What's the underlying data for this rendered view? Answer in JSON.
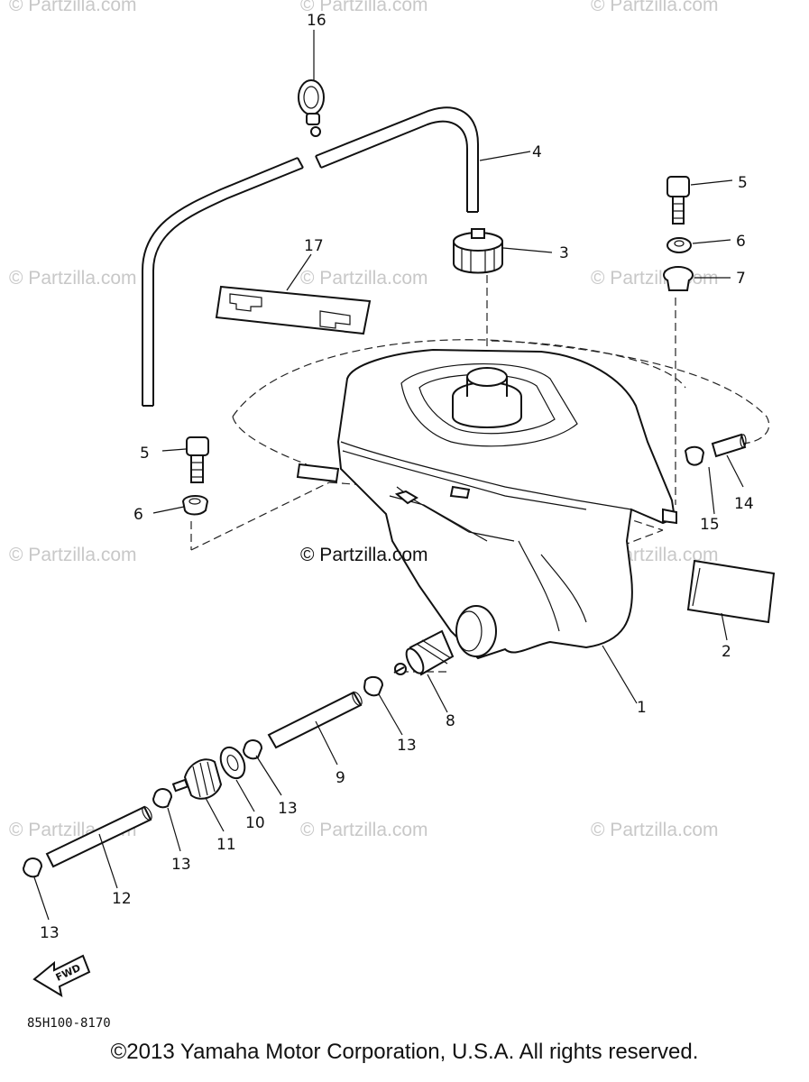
{
  "watermarks": [
    "© Partzilla.com",
    "© Partzilla.com",
    "© Partzilla.com",
    "© Partzilla.com",
    "© Partzilla.com",
    "© Partzilla.com",
    "© Partzilla.com",
    "© Partzilla.com",
    "© Partzilla.com",
    "© Partzilla.com",
    "© Partzilla.com",
    "© Partzilla.com"
  ],
  "center_watermark": "© Partzilla.com",
  "callouts": {
    "c1": "1",
    "c2": "2",
    "c3": "3",
    "c4": "4",
    "c5a": "5",
    "c5b": "5",
    "c6a": "6",
    "c6b": "6",
    "c7": "7",
    "c8": "8",
    "c9": "9",
    "c10": "10",
    "c11": "11",
    "c12": "12",
    "c13a": "13",
    "c13b": "13",
    "c13c": "13",
    "c13d": "13",
    "c14": "14",
    "c15": "15",
    "c16": "16",
    "c17": "17"
  },
  "fwd_label": "FWD",
  "diagram_code": "85H100-8170",
  "copyright": "©2013  Yamaha Motor Corporation, U.S.A. All rights reserved."
}
